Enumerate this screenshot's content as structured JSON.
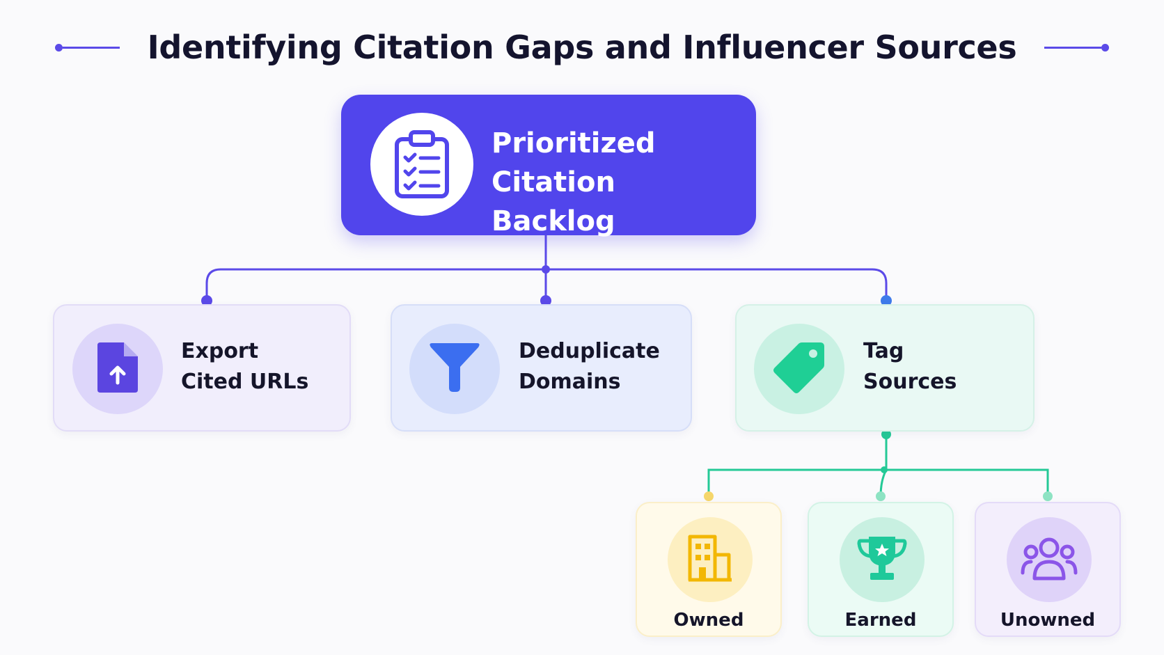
{
  "title": "Identifying Citation Gaps and Influencer Sources",
  "root": {
    "line1": "Prioritized",
    "line2": "Citation Backlog",
    "icon": "clipboard-checklist-icon",
    "color": "#5145ec"
  },
  "steps": [
    {
      "line1": "Export",
      "line2": "Cited URLs",
      "icon": "file-upload-icon",
      "color": "#5b45e0"
    },
    {
      "line1": "Deduplicate",
      "line2": "Domains",
      "icon": "funnel-filter-icon",
      "color": "#3b6ef0"
    },
    {
      "line1": "Tag",
      "line2": "Sources",
      "icon": "tag-icon",
      "color": "#1fcf95"
    }
  ],
  "source_types": [
    {
      "label": "Owned",
      "icon": "building-icon",
      "color": "#f2b705"
    },
    {
      "label": "Earned",
      "icon": "trophy-icon",
      "color": "#1fc99a"
    },
    {
      "label": "Unowned",
      "icon": "users-group-icon",
      "color": "#8b55e8"
    }
  ],
  "connector_colors": {
    "primary": "#5b4ae8",
    "secondary": "#24c996",
    "owned_dot": "#f5d66b"
  }
}
